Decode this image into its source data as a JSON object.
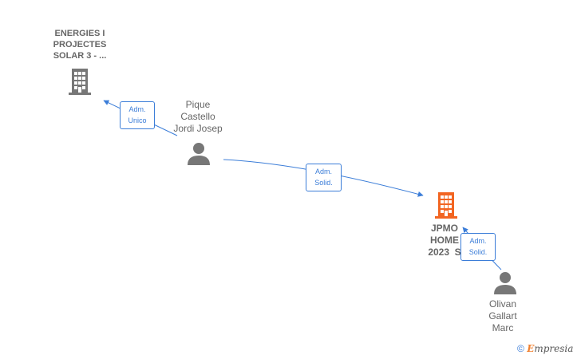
{
  "colors": {
    "edge": "#3b7dd8",
    "company_icon": "#777777",
    "main_company_icon": "#f26522",
    "person_icon": "#777777",
    "label": "#666666"
  },
  "nodes": {
    "company_1": {
      "label_lines": [
        "ENERGIES I",
        "PROJECTES",
        "SOLAR 3 - ..."
      ],
      "icon": "building-icon"
    },
    "person_1": {
      "label_lines": [
        "Pique",
        "Castello",
        "Jordi Josep"
      ],
      "icon": "person-icon"
    },
    "main_company": {
      "label_lines": [
        "JPMO",
        "HOME",
        "2023  S"
      ],
      "icon": "building-icon"
    },
    "person_2": {
      "label_lines": [
        "Olivan",
        "Gallart",
        "Marc"
      ],
      "icon": "person-icon"
    }
  },
  "edges": {
    "e1": {
      "lines": [
        "Adm.",
        "Unico"
      ]
    },
    "e2": {
      "lines": [
        "Adm.",
        "Solid."
      ]
    },
    "e3": {
      "lines": [
        "Adm.",
        "Solid."
      ]
    }
  },
  "watermark": {
    "copyright": "©",
    "brand_initial": "E",
    "brand_rest": "mpresia"
  }
}
